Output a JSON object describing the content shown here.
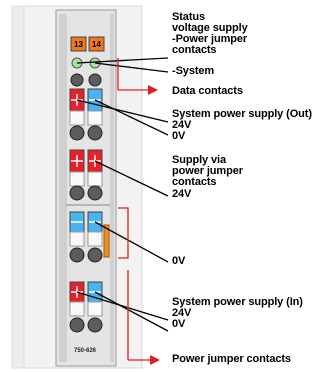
{
  "module": {
    "led_labels": [
      "13",
      "14"
    ],
    "model_label": "750-626",
    "colors": {
      "housing": "#e4e4e4",
      "rail": "#d4d4d4",
      "led": "#f07818",
      "red_terminal": "#e8202a",
      "blue_terminal": "#4ab4f0",
      "clamp": "#5c5c5c",
      "green_led": "#a8e4a0",
      "arrow_red": "#e02020",
      "jumper_orange": "#f09020"
    }
  },
  "labels": {
    "status": [
      "Status",
      "voltage supply",
      "-Power jumper",
      "contacts",
      "-System"
    ],
    "data_contacts": "Data contacts",
    "system_out": [
      "System power supply (Out)",
      "24V",
      "0V"
    ],
    "supply_jumper": [
      "Supply via",
      "power jumper",
      "contacts",
      "24V"
    ],
    "zero_v": "0V",
    "system_in": [
      "System power supply (In)",
      "24V",
      "0V"
    ],
    "power_jumper_contacts": "Power jumper contacts"
  }
}
